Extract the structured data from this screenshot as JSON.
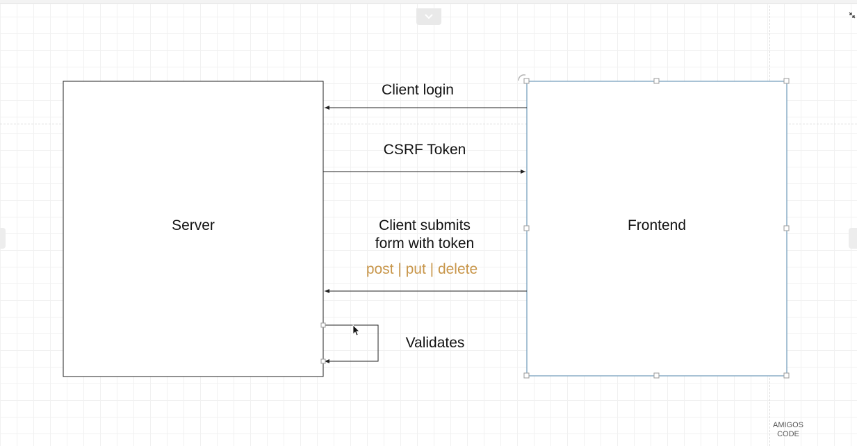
{
  "diagram": {
    "server_label": "Server",
    "frontend_label": "Frontend",
    "edge_client_login": "Client login",
    "edge_csrf_token": "CSRF Token",
    "edge_submit_line1": "Client submits",
    "edge_submit_line2": "form with token",
    "edge_methods": "post | put | delete",
    "edge_validates": "Validates"
  },
  "brand": {
    "line1": "AMIGOS",
    "line2": "CODE"
  },
  "colors": {
    "accent": "#c8964a",
    "selection": "#6e9ab9",
    "stroke": "#222222"
  },
  "icons": {
    "collapse": "chevron-down-icon",
    "expand": "expand-icon",
    "pointer": "mouse-pointer-icon"
  }
}
